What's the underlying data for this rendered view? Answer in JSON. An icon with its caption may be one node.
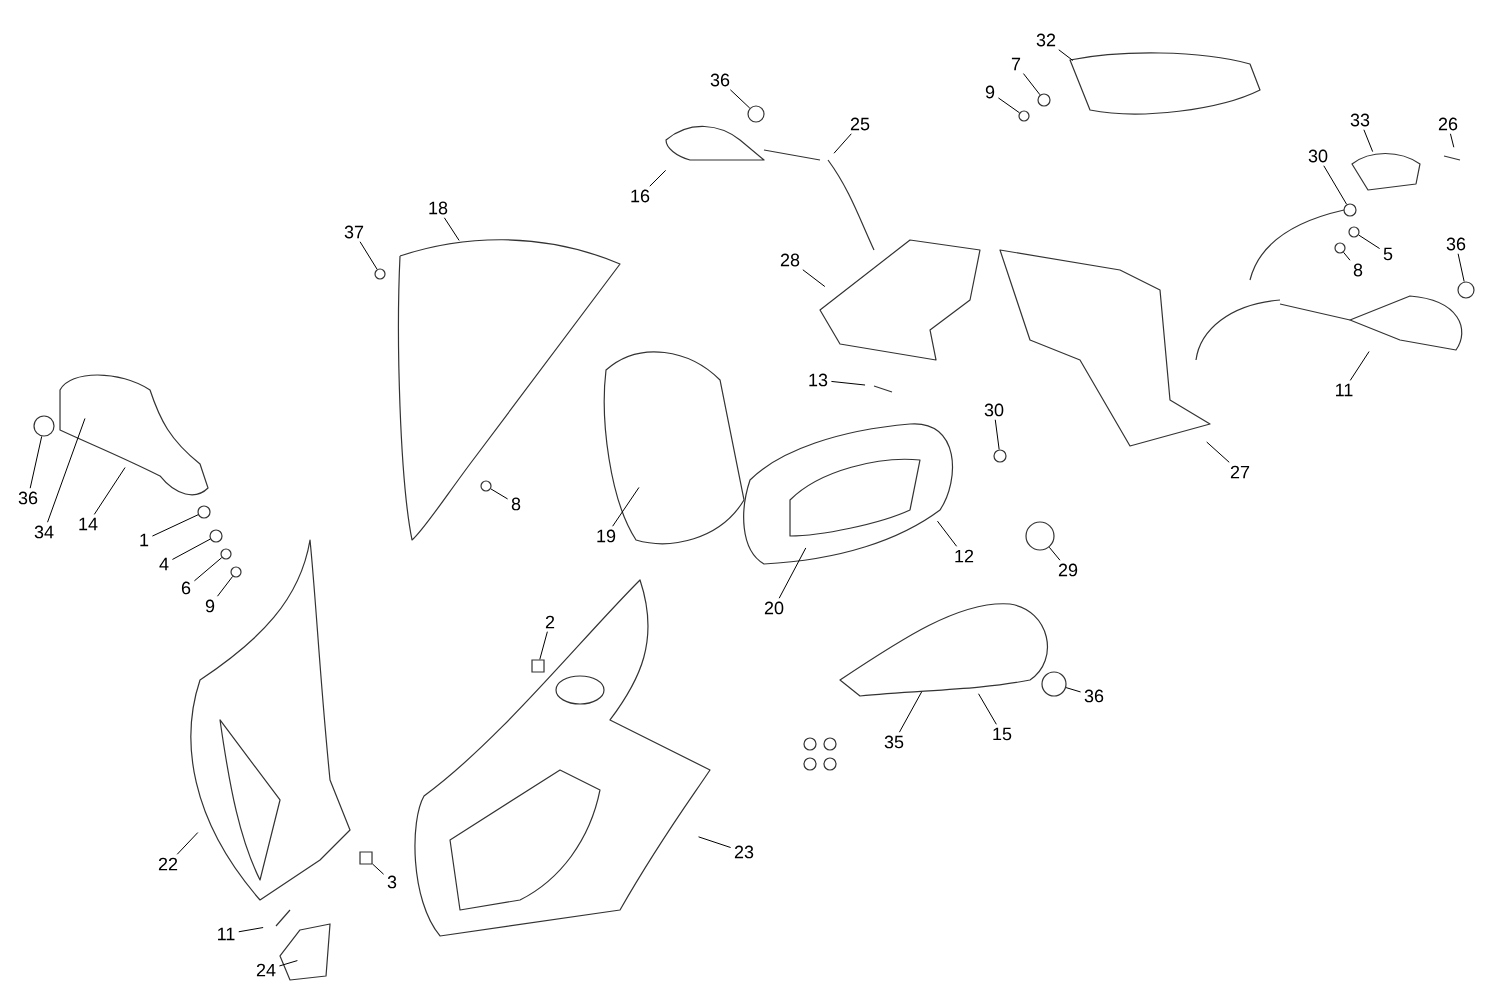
{
  "diagram": {
    "nodes": [
      {
        "text": [
          "36"
        ]
      },
      {
        "text": [
          "34"
        ]
      },
      {
        "text": [
          "14"
        ]
      },
      {
        "text": [
          "1"
        ]
      },
      {
        "text": [
          "4"
        ]
      },
      {
        "text": [
          "6"
        ]
      },
      {
        "text": [
          "9"
        ]
      },
      {
        "text": [
          "37"
        ]
      },
      {
        "text": [
          "18"
        ]
      },
      {
        "text": [
          "8"
        ]
      },
      {
        "text": [
          "19"
        ]
      },
      {
        "text": [
          "2"
        ]
      },
      {
        "text": [
          "22"
        ]
      },
      {
        "text": [
          "3"
        ]
      },
      {
        "text": [
          "11"
        ]
      },
      {
        "text": [
          "24"
        ]
      },
      {
        "text": [
          "23"
        ]
      },
      {
        "text": [
          "36"
        ]
      },
      {
        "text": [
          "16"
        ]
      },
      {
        "text": [
          "25"
        ]
      },
      {
        "text": [
          "32"
        ]
      },
      {
        "text": [
          "7"
        ]
      },
      {
        "text": [
          "9"
        ]
      },
      {
        "text": [
          "28"
        ]
      },
      {
        "text": [
          "13"
        ]
      },
      {
        "text": [
          "30"
        ]
      },
      {
        "text": [
          "12"
        ]
      },
      {
        "text": [
          "29"
        ]
      },
      {
        "text": [
          "20"
        ]
      },
      {
        "text": [
          "27"
        ]
      },
      {
        "text": [
          "11"
        ]
      },
      {
        "text": [
          "30"
        ]
      },
      {
        "text": [
          "33"
        ]
      },
      {
        "text": [
          "26"
        ]
      },
      {
        "text": [
          "5"
        ]
      },
      {
        "text": [
          "8"
        ]
      },
      {
        "text": [
          "36"
        ]
      },
      {
        "text": [
          "36"
        ]
      },
      {
        "text": [
          "15"
        ]
      },
      {
        "text": [
          "35"
        ]
      },
      {
        "text": [],
        "shape": "circle"
      },
      {
        "text": [],
        "shape": "circle"
      },
      {
        "text": [],
        "shape": "circle"
      },
      {
        "text": [],
        "shape": "circle"
      },
      {
        "text": [],
        "shape": "circle"
      },
      {
        "text": [],
        "shape": "circle"
      },
      {
        "text": [],
        "shape": "circle"
      },
      {
        "text": [],
        "shape": "box"
      },
      {
        "text": [],
        "shape": "box"
      },
      {
        "text": [],
        "shape": "circle"
      },
      {
        "text": [],
        "shape": "circle"
      },
      {
        "text": [],
        "shape": "circle"
      },
      {
        "text": [],
        "shape": "circle"
      },
      {
        "text": [],
        "shape": "circle"
      },
      {
        "text": [],
        "shape": "circle"
      },
      {
        "text": [],
        "shape": "circle"
      },
      {
        "text": [],
        "shape": "circle"
      },
      {
        "text": [],
        "shape": "circle"
      },
      {
        "text": [],
        "shape": "circle"
      }
    ],
    "edges": [
      {
        "from": 0,
        "to": 40,
        "arrow": "none"
      },
      {
        "from": 1,
        "to": null,
        "arrow": "none"
      },
      {
        "from": 2,
        "to": null,
        "arrow": "none"
      },
      {
        "from": 3,
        "to": 41,
        "arrow": "none"
      },
      {
        "from": 4,
        "to": 42,
        "arrow": "none"
      },
      {
        "from": 5,
        "to": 43,
        "arrow": "none"
      },
      {
        "from": 6,
        "to": 44,
        "arrow": "none"
      },
      {
        "from": 7,
        "to": 45,
        "arrow": "none"
      },
      {
        "from": 8,
        "to": null,
        "arrow": "none"
      },
      {
        "from": 9,
        "to": 46,
        "arrow": "none"
      },
      {
        "from": 10,
        "to": null,
        "arrow": "none"
      },
      {
        "from": 11,
        "to": 47,
        "arrow": "none"
      },
      {
        "from": 12,
        "to": null,
        "arrow": "none"
      },
      {
        "from": 13,
        "to": 48,
        "arrow": "none"
      },
      {
        "from": 14,
        "to": null,
        "arrow": "none"
      },
      {
        "from": 15,
        "to": null,
        "arrow": "none"
      },
      {
        "from": 16,
        "to": null,
        "arrow": "none"
      },
      {
        "from": 17,
        "to": 49,
        "arrow": "none"
      },
      {
        "from": 18,
        "to": null,
        "arrow": "none"
      },
      {
        "from": 19,
        "to": null,
        "arrow": "none"
      },
      {
        "from": 20,
        "to": null,
        "arrow": "none"
      },
      {
        "from": 21,
        "to": 50,
        "arrow": "none"
      },
      {
        "from": 22,
        "to": 51,
        "arrow": "none"
      },
      {
        "from": 23,
        "to": null,
        "arrow": "none"
      },
      {
        "from": 24,
        "to": null,
        "arrow": "none"
      },
      {
        "from": 25,
        "to": 52,
        "arrow": "none"
      },
      {
        "from": 26,
        "to": null,
        "arrow": "none"
      },
      {
        "from": 27,
        "to": 53,
        "arrow": "none"
      },
      {
        "from": 28,
        "to": null,
        "arrow": "none"
      },
      {
        "from": 29,
        "to": null,
        "arrow": "none"
      },
      {
        "from": 30,
        "to": null,
        "arrow": "none"
      },
      {
        "from": 31,
        "to": 54,
        "arrow": "none"
      },
      {
        "from": 32,
        "to": null,
        "arrow": "none"
      },
      {
        "from": 33,
        "to": null,
        "arrow": "none"
      },
      {
        "from": 34,
        "to": 55,
        "arrow": "none"
      },
      {
        "from": 35,
        "to": 56,
        "arrow": "none"
      },
      {
        "from": 36,
        "to": 57,
        "arrow": "none"
      },
      {
        "from": 37,
        "to": 58,
        "arrow": "none"
      },
      {
        "from": 38,
        "to": null,
        "arrow": "none"
      },
      {
        "from": 39,
        "to": null,
        "arrow": "none"
      }
    ]
  }
}
